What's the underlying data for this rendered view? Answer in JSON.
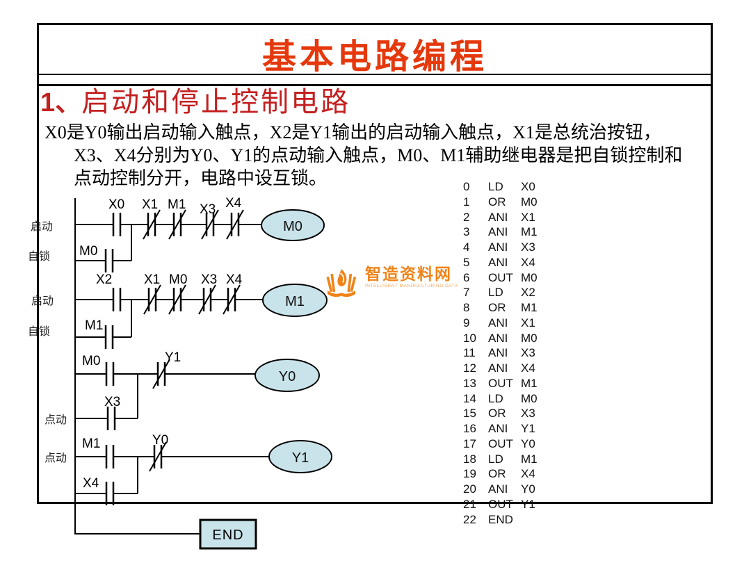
{
  "slide": {
    "title": "基本电路编程",
    "section_number": "1、",
    "section_title": "启动和停止控制电路",
    "paragraph_line1": "X0是Y0输出启动输入触点，X2是Y1输出的启动输入触点，X1是总统治按钮，",
    "paragraph_line2": "X3、X4分别为Y0、Y1的点动输入触点，M0、M1辅助继电器是把自锁控制和",
    "paragraph_line3": "点动控制分开，电路中设互锁。"
  },
  "colors": {
    "title_red": "#E5380C",
    "section_red": "#C32020",
    "coil_fill": "#C9E3EA",
    "outline_black": "#000000",
    "watermark_orange": "#F08318",
    "watermark_light_orange": "#F5A85C"
  },
  "ladder": {
    "rung1": {
      "side": "启动",
      "contact1": "X0",
      "contact2": "X1",
      "contact3": "M1",
      "contact4": "X3",
      "contact5": "X4",
      "coil": "M0",
      "parallel_side": "自锁",
      "parallel_contact": "M0"
    },
    "rung2": {
      "side": "启动",
      "contact1": "X2",
      "contact2": "X1",
      "contact3": "M0",
      "contact4": "X3",
      "contact5": "X4",
      "coil": "M1",
      "parallel_side": "自锁",
      "parallel_contact": "M1"
    },
    "rung3": {
      "contact1": "M0",
      "contact2": "Y1",
      "coil": "Y0",
      "parallel_side": "点动",
      "parallel_contact": "X3"
    },
    "rung4": {
      "side": "点动",
      "contact1": "M1",
      "contact2": "Y0",
      "coil": "Y1",
      "parallel_contact": "X4"
    },
    "end_label": "END"
  },
  "program": {
    "lines": [
      {
        "n": "0",
        "op": "LD",
        "arg": "X0"
      },
      {
        "n": "1",
        "op": "OR",
        "arg": "M0"
      },
      {
        "n": "2",
        "op": "ANI",
        "arg": "X1"
      },
      {
        "n": "3",
        "op": "ANI",
        "arg": "M1"
      },
      {
        "n": "4",
        "op": "ANI",
        "arg": "X3"
      },
      {
        "n": "5",
        "op": "ANI",
        "arg": "X4"
      },
      {
        "n": "6",
        "op": "OUT",
        "arg": "M0"
      },
      {
        "n": "7",
        "op": "LD",
        "arg": "X2"
      },
      {
        "n": "8",
        "op": "OR",
        "arg": "M1"
      },
      {
        "n": "9",
        "op": "ANI",
        "arg": "X1"
      },
      {
        "n": "10",
        "op": "ANI",
        "arg": "M0"
      },
      {
        "n": "11",
        "op": "ANI",
        "arg": "X3"
      },
      {
        "n": "12",
        "op": "ANI",
        "arg": "X4"
      },
      {
        "n": "13",
        "op": "OUT",
        "arg": "M1"
      },
      {
        "n": "14",
        "op": "LD",
        "arg": "M0"
      },
      {
        "n": "15",
        "op": "OR",
        "arg": "X3"
      },
      {
        "n": "16",
        "op": "ANI",
        "arg": "Y1"
      },
      {
        "n": "17",
        "op": "OUT",
        "arg": "Y0"
      },
      {
        "n": "18",
        "op": "LD",
        "arg": "M1"
      },
      {
        "n": "19",
        "op": "OR",
        "arg": "X4"
      },
      {
        "n": "20",
        "op": "ANI",
        "arg": "Y0"
      },
      {
        "n": "21",
        "op": "OUT",
        "arg": "Y1"
      },
      {
        "n": "22",
        "op": "END",
        "arg": ""
      }
    ]
  },
  "watermark": {
    "name": "智造资料网",
    "subtitle": "INTELLIGENT MANUFACTURING DATA"
  }
}
